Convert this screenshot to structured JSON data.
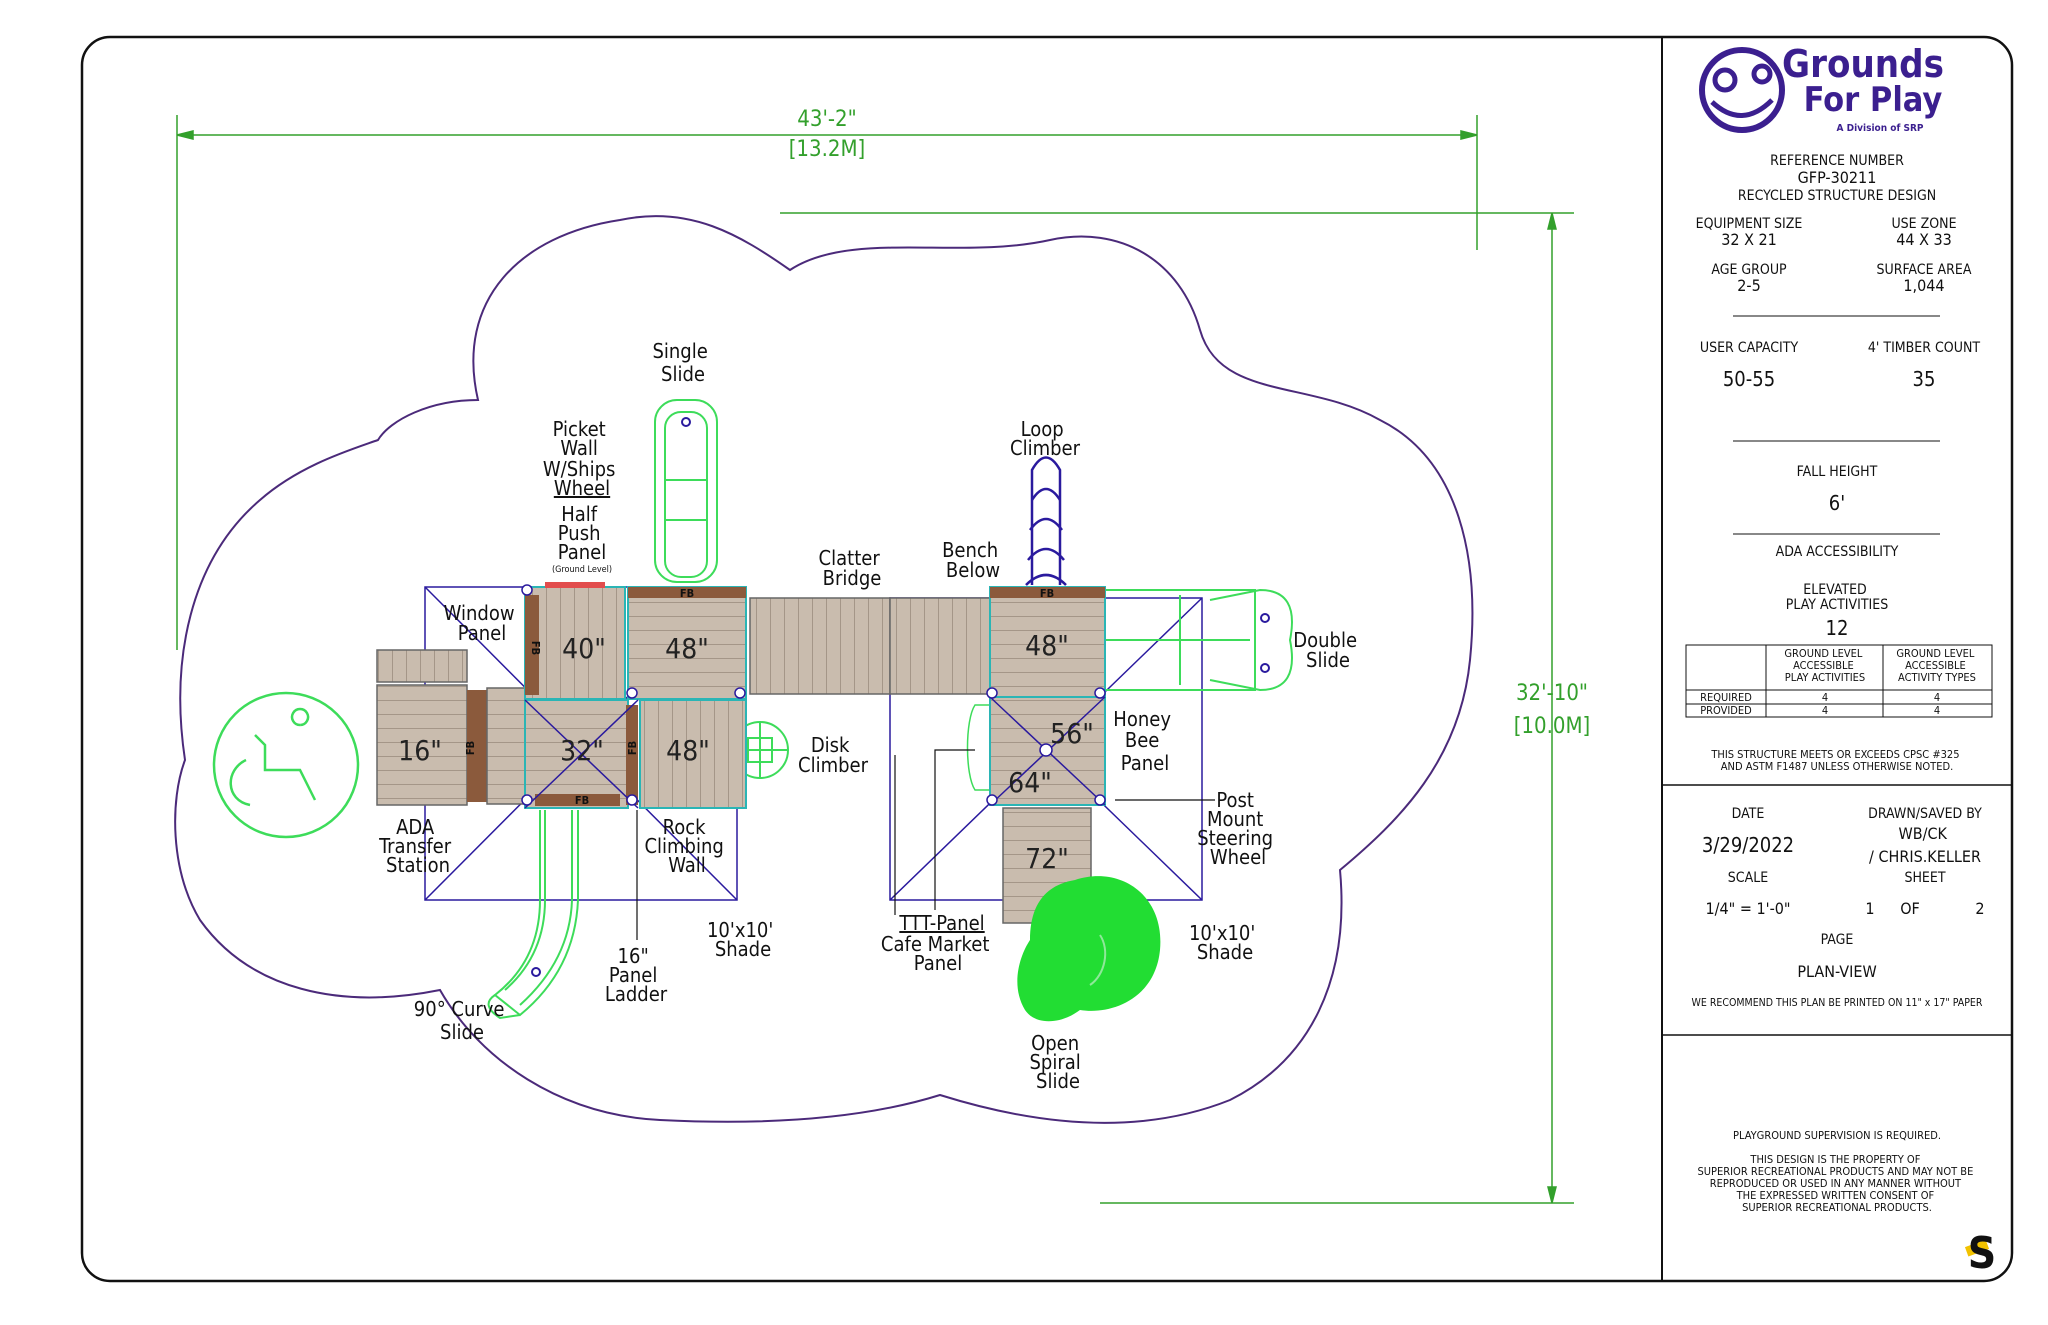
{
  "dimensions": {
    "width_ft": "43'-2\"",
    "width_m": "[13.2M]",
    "height_ft": "32'-10\"",
    "height_m": "[10.0M]"
  },
  "labels": {
    "single_slide": [
      "Single",
      "Slide"
    ],
    "picket_wall": [
      "Picket",
      "Wall",
      "W/Ships",
      "Wheel"
    ],
    "half_push_panel": [
      "Half",
      "Push",
      "Panel"
    ],
    "ground_level": "(Ground Level)",
    "window_panel": [
      "Window",
      "Panel"
    ],
    "clatter_bridge": [
      "Clatter",
      "Bridge"
    ],
    "bench_below": [
      "Bench",
      "Below"
    ],
    "loop_climber": [
      "Loop",
      "Climber"
    ],
    "double_slide": [
      "Double",
      "Slide"
    ],
    "honey_bee_panel": [
      "Honey",
      "Bee",
      "Panel"
    ],
    "post_mount_wheel": [
      "Post",
      "Mount",
      "Steering",
      "Wheel"
    ],
    "disk_climber": [
      "Disk",
      "Climber"
    ],
    "ada_transfer": [
      "ADA",
      "Transfer",
      "Station"
    ],
    "rock_climbing_wall": [
      "Rock",
      "Climbing",
      "Wall"
    ],
    "shade_left": [
      "10'x10'",
      "Shade"
    ],
    "shade_right": [
      "10'x10'",
      "Shade"
    ],
    "panel_ladder": [
      "16\"",
      "Panel",
      "Ladder"
    ],
    "curve_slide": [
      "90° Curve",
      "Slide"
    ],
    "ttt_panel": "TTT-Panel",
    "cafe_market": [
      "Cafe Market",
      "Panel"
    ],
    "open_spiral": [
      "Open",
      "Spiral",
      "Slide"
    ],
    "fb": "FB"
  },
  "decks": {
    "d40": "40\"",
    "d48a": "48\"",
    "d48b": "48\"",
    "d32": "32\"",
    "d16": "16\"",
    "d48c": "48\"",
    "d56": "56\"",
    "d64": "64\"",
    "d72": "72\""
  },
  "title_block": {
    "logo_line1": "Grounds",
    "logo_line2": "For Play",
    "logo_sub": "A Division of SRP",
    "ref_label": "REFERENCE NUMBER",
    "ref_number": "GFP-30211",
    "design_name": "RECYCLED STRUCTURE DESIGN",
    "equipment_size_label": "EQUIPMENT SIZE",
    "equipment_size": "32 X 21",
    "use_zone_label": "USE ZONE",
    "use_zone": "44 X 33",
    "age_group_label": "AGE GROUP",
    "age_group": "2-5",
    "surface_area_label": "SURFACE AREA",
    "surface_area": "1,044",
    "user_capacity_label": "USER CAPACITY",
    "user_capacity": "50-55",
    "timber_count_label": "4' TIMBER COUNT",
    "timber_count": "35",
    "fall_height_label": "FALL HEIGHT",
    "fall_height": "6'",
    "ada_label": "ADA ACCESSIBILITY",
    "elevated_label": [
      "ELEVATED",
      "PLAY ACTIVITIES"
    ],
    "elevated_value": "12",
    "table": {
      "col1": [
        "GROUND LEVEL",
        "ACCESSIBLE",
        "PLAY ACTIVITIES"
      ],
      "col2": [
        "GROUND LEVEL",
        "ACCESSIBLE",
        "ACTIVITY TYPES"
      ],
      "rows": [
        {
          "label": "REQUIRED",
          "v1": "4",
          "v2": "4"
        },
        {
          "label": "PROVIDED",
          "v1": "4",
          "v2": "4"
        }
      ]
    },
    "compliance": [
      "THIS STRUCTURE MEETS OR EXCEEDS CPSC #325",
      "AND ASTM F1487 UNLESS OTHERWISE NOTED."
    ],
    "date_label": "DATE",
    "date": "3/29/2022",
    "drawn_label": "DRAWN/SAVED BY",
    "drawn_by": [
      "WB/CK",
      "/ CHRIS.KELLER"
    ],
    "scale_label": "SCALE",
    "scale": "1/4\" = 1'-0\"",
    "sheet_label": "SHEET",
    "sheet_num": "1",
    "sheet_of": "OF",
    "sheet_total": "2",
    "page_label": "PAGE",
    "page": "PLAN-VIEW",
    "print_note": "WE RECOMMEND THIS PLAN BE PRINTED ON 11\" x 17\" PAPER",
    "supervision": "PLAYGROUND SUPERVISION IS REQUIRED.",
    "property_note": [
      "THIS DESIGN IS THE PROPERTY OF",
      "SUPERIOR RECREATIONAL PRODUCTS AND MAY NOT BE",
      "REPRODUCED OR USED IN ANY MANNER WITHOUT",
      "THE EXPRESSED WRITTEN CONSENT OF",
      "SUPERIOR RECREATIONAL PRODUCTS."
    ],
    "corner_logo": "S"
  },
  "colors": {
    "border": "#111111",
    "zone": "#4b2a7a",
    "dimension": "#33a02c",
    "deck": "#b8a898",
    "deck_dark": "#8b5a3c",
    "slide": "#3ddc5a",
    "post": "#2ab5b5",
    "spiral": "#22dd33",
    "climber": "#2a1a9e",
    "logo": "#3b1f8f"
  }
}
